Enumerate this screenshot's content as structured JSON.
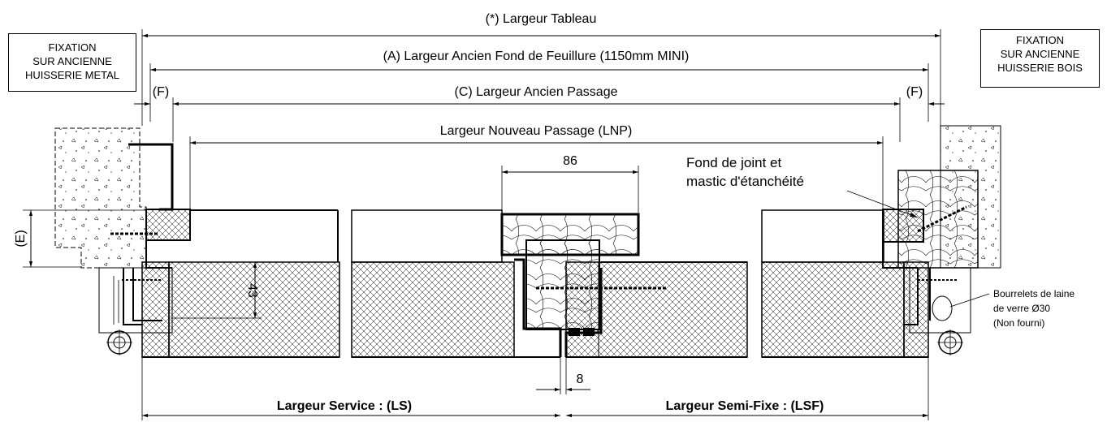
{
  "dimensions": {
    "tableau": "(*) Largeur Tableau",
    "ancien_fond": "(A) Largeur Ancien Fond de Feuillure (1150mm MINI)",
    "ancien_passage": "(C) Largeur Ancien Passage",
    "nouveau_passage": "Largeur Nouveau Passage (LNP)",
    "f_left": "(F)",
    "f_right": "(F)",
    "e_label": "(E)",
    "center_width": "86",
    "leaf_thickness": "43",
    "gap": "8",
    "service": "Largeur Service : (LS)",
    "semi_fixe": "Largeur Semi-Fixe : (LSF)"
  },
  "notes": {
    "fixation_left": [
      "FIXATION",
      "SUR ANCIENNE",
      "HUISSERIE METAL"
    ],
    "fixation_right": [
      "FIXATION",
      "SUR ANCIENNE",
      "HUISSERIE BOIS"
    ],
    "joint": [
      "Fond de joint et",
      "mastic d'étanchéité"
    ],
    "bourrelets": [
      "Bourrelets de laine",
      "de verre Ø30",
      "(Non fourni)"
    ]
  }
}
